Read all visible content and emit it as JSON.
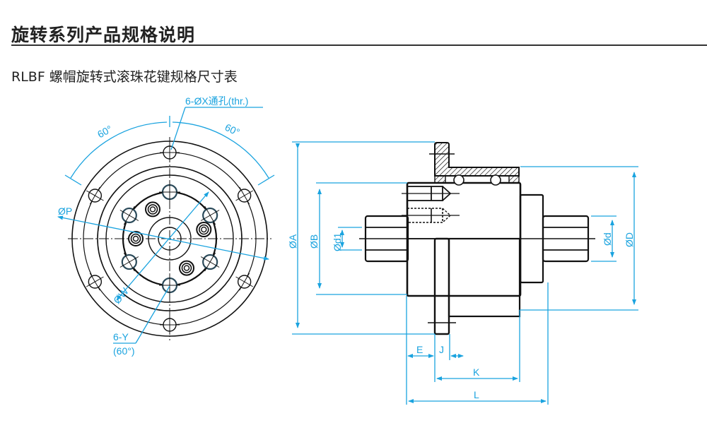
{
  "header": {
    "section_title": "旋转系列产品规格说明",
    "subtitle": "RLBF 螺帽旋转式滚珠花键规格尺寸表"
  },
  "front_view": {
    "labels": {
      "through_hole": "6-ØX通孔(thr.)",
      "angle_left": "60°",
      "angle_right": "60°",
      "pcd_p": "ØP",
      "pcd_w": "ØW",
      "tapped_holes": "6-Y",
      "tapped_angle": "(60°)"
    }
  },
  "side_view": {
    "labels": {
      "dia_a": "ØA",
      "dia_b": "ØB",
      "dia_d1": "Ød1",
      "dia_d": "Ød",
      "dia_D": "ØD",
      "len_e": "E",
      "len_j": "J",
      "len_k": "K",
      "len_l": "L"
    }
  },
  "colors": {
    "dimension": "#1aa3df",
    "outline": "#111111",
    "rule": "#333333"
  }
}
